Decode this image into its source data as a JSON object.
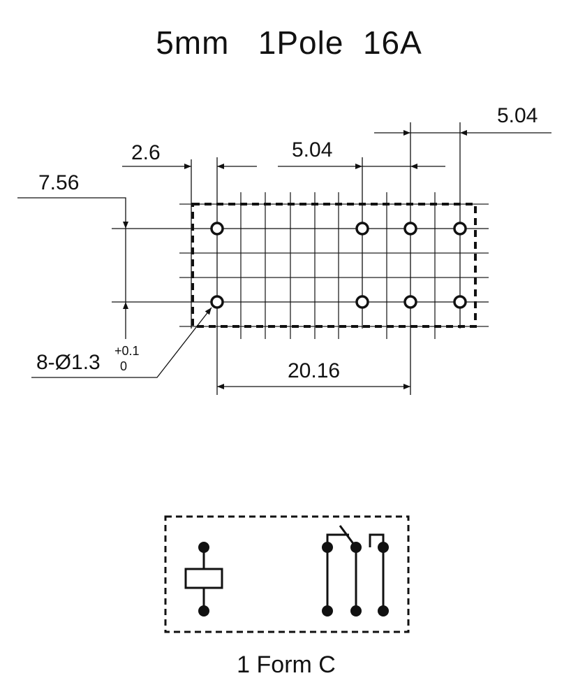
{
  "title": "5mm   1Pole  16A",
  "dimensions": {
    "offset_left": "2.6",
    "pitch_top_middle": "5.04",
    "pitch_top_right": "5.04",
    "row_spacing": "7.56",
    "hole_spec_prefix": "8-Ø1.3",
    "hole_tol_upper": "+0.1",
    "hole_tol_lower": "0",
    "span_bottom": "20.16"
  },
  "schematic": {
    "caption": "1 Form C"
  }
}
